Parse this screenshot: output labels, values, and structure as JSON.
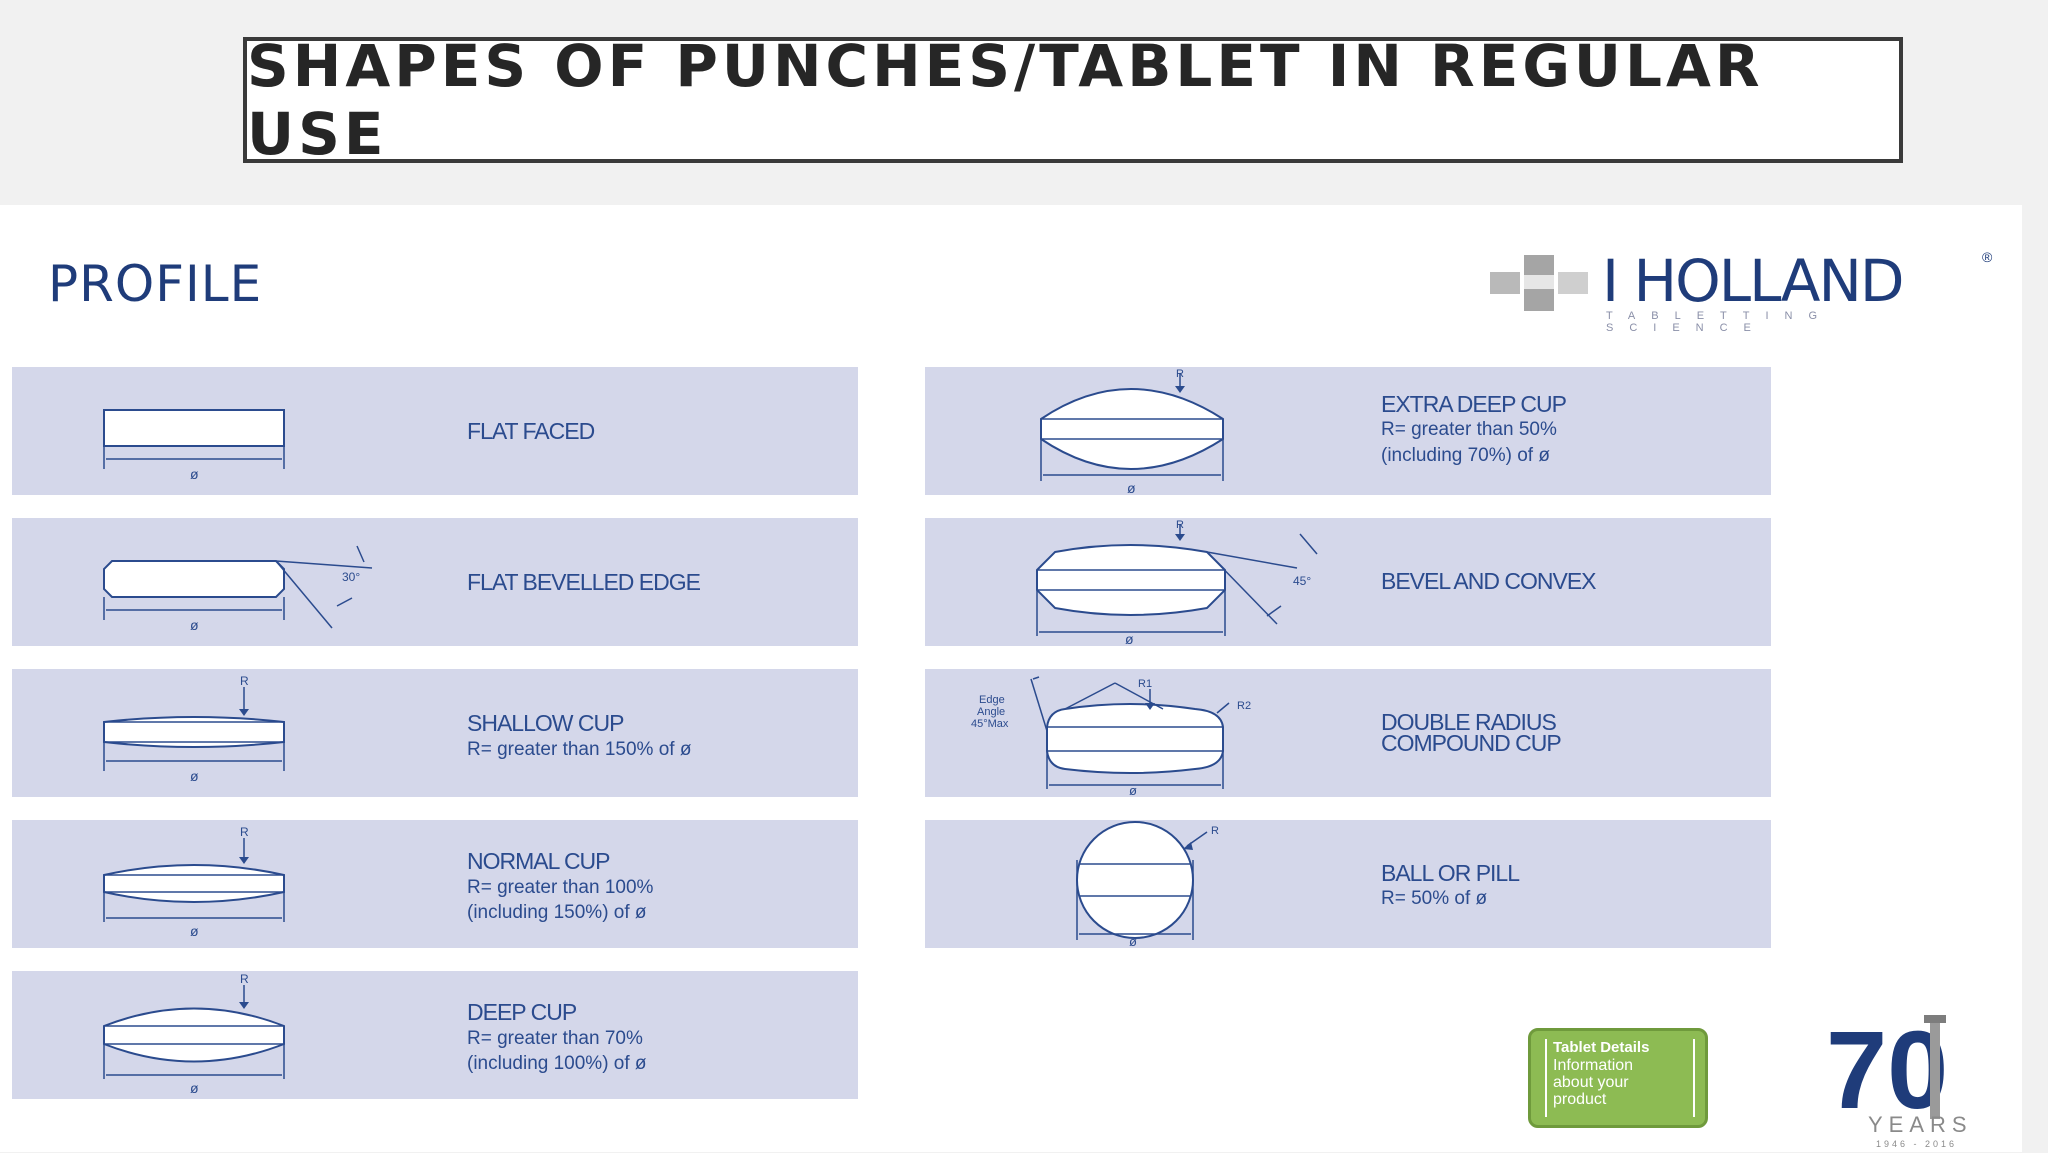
{
  "header": {
    "title": "SHAPES OF PUNCHES/TABLET IN REGULAR USE"
  },
  "slide": {
    "heading": "PROFILE",
    "logo": {
      "name": "I HOLLAND",
      "registered": "®",
      "tagline": "TABLETTING SCIENCE"
    }
  },
  "dim": {
    "diameter": "ø",
    "radius": "R",
    "r1": "R1",
    "r2": "R2",
    "angle30": "30°",
    "angle45": "45°",
    "edge_angle": [
      "Edge",
      "Angle",
      "45°Max"
    ]
  },
  "left_column": [
    {
      "label": "FLAT FACED",
      "note_lines": []
    },
    {
      "label": "FLAT BEVELLED EDGE",
      "note_lines": []
    },
    {
      "label": "SHALLOW CUP",
      "note_lines": [
        "R= greater than 150% of ø"
      ]
    },
    {
      "label": "NORMAL CUP",
      "note_lines": [
        "R= greater than 100%",
        "(including 150%) of ø"
      ]
    },
    {
      "label": "DEEP CUP",
      "note_lines": [
        "R= greater than 70%",
        "(including 100%) of ø"
      ]
    }
  ],
  "right_column": [
    {
      "label": "EXTRA DEEP CUP",
      "note_lines": [
        "R= greater than 50%",
        "(including 70%) of ø"
      ]
    },
    {
      "label": "BEVEL AND CONVEX",
      "note_lines": []
    },
    {
      "label": "DOUBLE RADIUS",
      "label2": "COMPOUND CUP",
      "note_lines": []
    },
    {
      "label": "BALL OR PILL",
      "note_lines": [
        "R= 50% of ø"
      ]
    }
  ],
  "badge": {
    "title": "Tablet Details",
    "lines": [
      "Information",
      "about your",
      "product"
    ]
  },
  "anniversary": {
    "number": "70",
    "word": "YEARS",
    "range": "1946 - 2016"
  },
  "colors": {
    "card_bg": "#d4d7ea",
    "ink": "#2b4b8e",
    "heading": "#1f3c7a",
    "badge": "#8dbb53"
  }
}
